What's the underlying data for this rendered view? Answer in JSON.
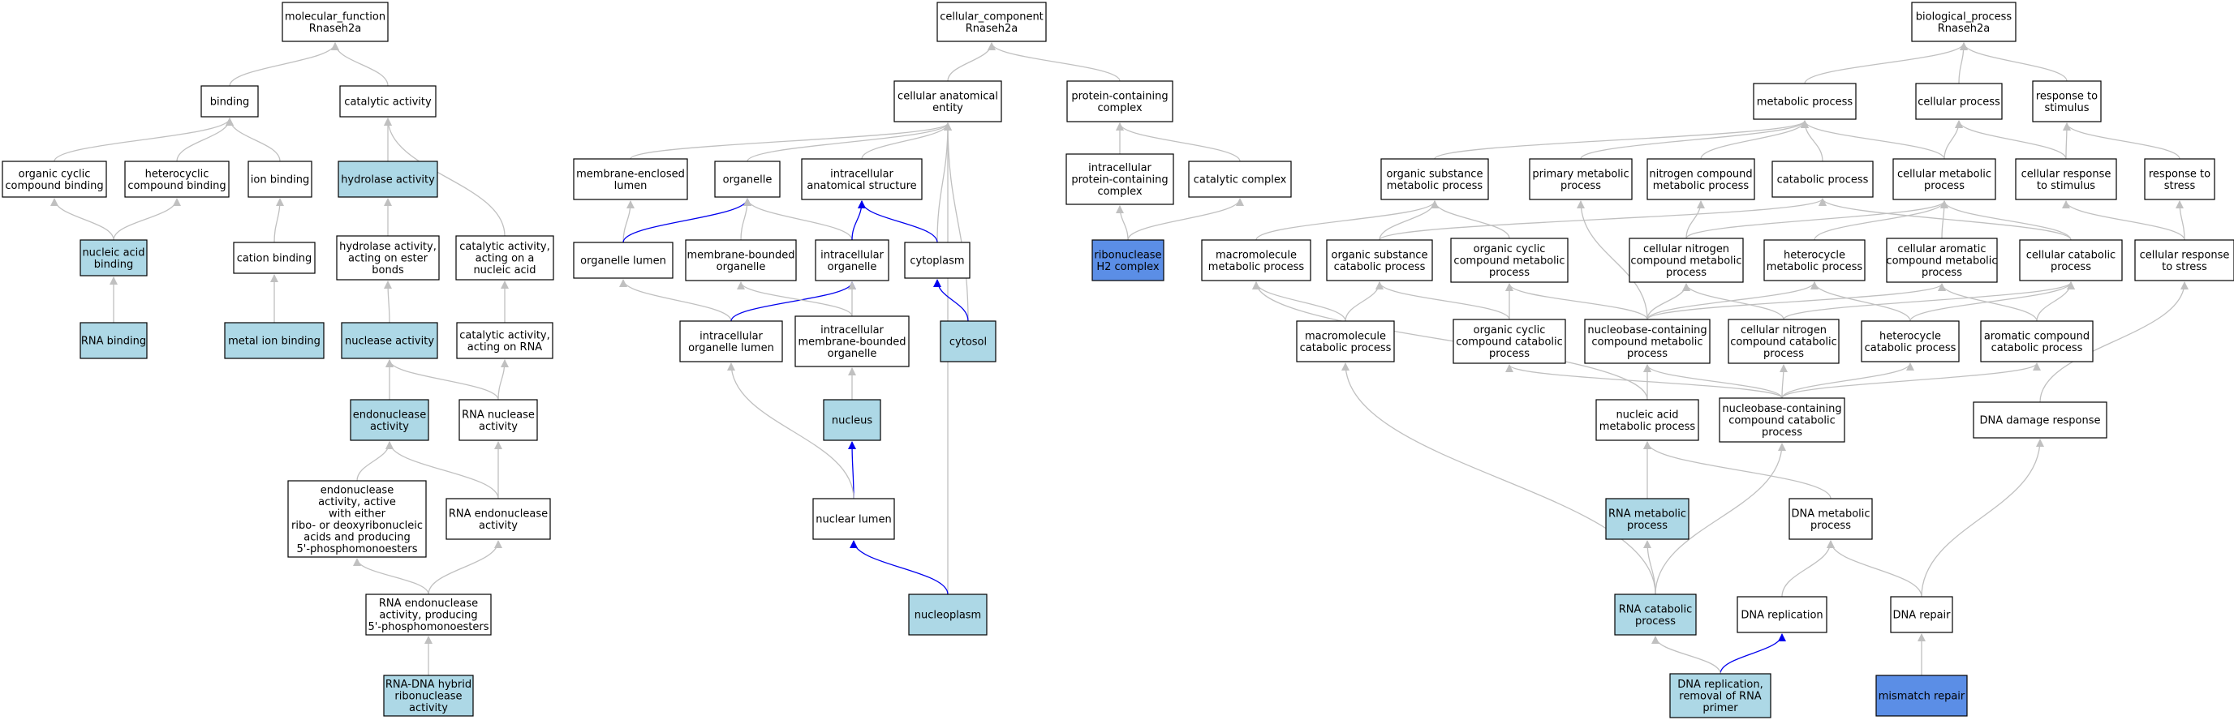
{
  "colors": {
    "plain": "#ffffff",
    "light": "#add8e6",
    "strong": "#5b8ee6",
    "edge_grey": "#c0c0c0",
    "edge_blue": "#0000ee"
  },
  "nodes": [
    {
      "id": "mf_root",
      "lines": [
        "molecular_function",
        "Rnaseh2a"
      ],
      "fill": "plain"
    },
    {
      "id": "binding",
      "lines": [
        "binding"
      ],
      "fill": "plain"
    },
    {
      "id": "catalytic",
      "lines": [
        "catalytic activity"
      ],
      "fill": "plain"
    },
    {
      "id": "org_cyc_bind",
      "lines": [
        "organic cyclic",
        "compound binding"
      ],
      "fill": "plain"
    },
    {
      "id": "het_bind",
      "lines": [
        "heterocyclic",
        "compound binding"
      ],
      "fill": "plain"
    },
    {
      "id": "ion_bind",
      "lines": [
        "ion binding"
      ],
      "fill": "plain"
    },
    {
      "id": "hydrolase",
      "lines": [
        "hydrolase activity"
      ],
      "fill": "light"
    },
    {
      "id": "nuc_acid_bind",
      "lines": [
        "nucleic acid",
        "binding"
      ],
      "fill": "light"
    },
    {
      "id": "cation_bind",
      "lines": [
        "cation binding"
      ],
      "fill": "plain"
    },
    {
      "id": "hydro_ester",
      "lines": [
        "hydrolase activity,",
        "acting on ester",
        "bonds"
      ],
      "fill": "plain"
    },
    {
      "id": "cat_nuc_acid",
      "lines": [
        "catalytic activity,",
        "acting on a",
        "nucleic acid"
      ],
      "fill": "plain"
    },
    {
      "id": "rna_bind",
      "lines": [
        "RNA binding"
      ],
      "fill": "light"
    },
    {
      "id": "metal_bind",
      "lines": [
        "metal ion binding"
      ],
      "fill": "light"
    },
    {
      "id": "nuclease",
      "lines": [
        "nuclease activity"
      ],
      "fill": "light"
    },
    {
      "id": "cat_rna",
      "lines": [
        "catalytic activity,",
        "acting on RNA"
      ],
      "fill": "plain"
    },
    {
      "id": "endonuclease",
      "lines": [
        "endonuclease",
        "activity"
      ],
      "fill": "light"
    },
    {
      "id": "rna_nuclease",
      "lines": [
        "RNA nuclease",
        "activity"
      ],
      "fill": "plain"
    },
    {
      "id": "endo_either",
      "lines": [
        "endonuclease",
        "activity, active",
        "with either",
        "ribo- or deoxyribonucleic",
        "acids and producing",
        "5'-phosphomonoesters"
      ],
      "fill": "plain"
    },
    {
      "id": "rna_endo",
      "lines": [
        "RNA endonuclease",
        "activity"
      ],
      "fill": "plain"
    },
    {
      "id": "rna_endo_prod",
      "lines": [
        "RNA endonuclease",
        "activity, producing",
        "5'-phosphomonoesters"
      ],
      "fill": "plain"
    },
    {
      "id": "rna_dna_hybrid",
      "lines": [
        "RNA-DNA hybrid",
        "ribonuclease",
        "activity"
      ],
      "fill": "light"
    },
    {
      "id": "cc_root",
      "lines": [
        "cellular_component",
        "Rnaseh2a"
      ],
      "fill": "plain"
    },
    {
      "id": "cell_anat",
      "lines": [
        "cellular anatomical",
        "entity"
      ],
      "fill": "plain"
    },
    {
      "id": "prot_complex",
      "lines": [
        "protein-containing",
        "complex"
      ],
      "fill": "plain"
    },
    {
      "id": "mem_lumen",
      "lines": [
        "membrane-enclosed",
        "lumen"
      ],
      "fill": "plain"
    },
    {
      "id": "organelle",
      "lines": [
        "organelle"
      ],
      "fill": "plain"
    },
    {
      "id": "intra_anat",
      "lines": [
        "intracellular",
        "anatomical structure"
      ],
      "fill": "plain"
    },
    {
      "id": "intra_prot_complex",
      "lines": [
        "intracellular",
        "protein-containing",
        "complex"
      ],
      "fill": "plain"
    },
    {
      "id": "cat_complex",
      "lines": [
        "catalytic complex"
      ],
      "fill": "plain"
    },
    {
      "id": "org_lumen",
      "lines": [
        "organelle lumen"
      ],
      "fill": "plain"
    },
    {
      "id": "mem_bound_org",
      "lines": [
        "membrane-bounded",
        "organelle"
      ],
      "fill": "plain"
    },
    {
      "id": "intra_org",
      "lines": [
        "intracellular",
        "organelle"
      ],
      "fill": "plain"
    },
    {
      "id": "cytoplasm",
      "lines": [
        "cytoplasm"
      ],
      "fill": "plain"
    },
    {
      "id": "rnase_h2",
      "lines": [
        "ribonuclease",
        "H2 complex"
      ],
      "fill": "strong"
    },
    {
      "id": "intra_org_lumen",
      "lines": [
        "intracellular",
        "organelle lumen"
      ],
      "fill": "plain"
    },
    {
      "id": "intra_mem_org",
      "lines": [
        "intracellular",
        "membrane-bounded",
        "organelle"
      ],
      "fill": "plain"
    },
    {
      "id": "cytosol",
      "lines": [
        "cytosol"
      ],
      "fill": "light"
    },
    {
      "id": "nucleus",
      "lines": [
        "nucleus"
      ],
      "fill": "light"
    },
    {
      "id": "nuc_lumen",
      "lines": [
        "nuclear lumen"
      ],
      "fill": "plain"
    },
    {
      "id": "nucleoplasm",
      "lines": [
        "nucleoplasm"
      ],
      "fill": "light"
    },
    {
      "id": "bp_root",
      "lines": [
        "biological_process",
        "Rnaseh2a"
      ],
      "fill": "plain"
    },
    {
      "id": "metabolic",
      "lines": [
        "metabolic process"
      ],
      "fill": "plain"
    },
    {
      "id": "cellular_proc",
      "lines": [
        "cellular process"
      ],
      "fill": "plain"
    },
    {
      "id": "resp_stim",
      "lines": [
        "response to",
        "stimulus"
      ],
      "fill": "plain"
    },
    {
      "id": "org_sub_met",
      "lines": [
        "organic substance",
        "metabolic process"
      ],
      "fill": "plain"
    },
    {
      "id": "prim_met",
      "lines": [
        "primary metabolic",
        "process"
      ],
      "fill": "plain"
    },
    {
      "id": "nitro_met",
      "lines": [
        "nitrogen compound",
        "metabolic process"
      ],
      "fill": "plain"
    },
    {
      "id": "catabolic",
      "lines": [
        "catabolic process"
      ],
      "fill": "plain"
    },
    {
      "id": "cell_met",
      "lines": [
        "cellular metabolic",
        "process"
      ],
      "fill": "plain"
    },
    {
      "id": "cell_resp_stim",
      "lines": [
        "cellular response",
        "to stimulus"
      ],
      "fill": "plain"
    },
    {
      "id": "resp_stress",
      "lines": [
        "response to",
        "stress"
      ],
      "fill": "plain"
    },
    {
      "id": "macro_met",
      "lines": [
        "macromolecule",
        "metabolic process"
      ],
      "fill": "plain"
    },
    {
      "id": "org_sub_cat",
      "lines": [
        "organic substance",
        "catabolic process"
      ],
      "fill": "plain"
    },
    {
      "id": "org_cyc_met",
      "lines": [
        "organic cyclic",
        "compound metabolic",
        "process"
      ],
      "fill": "plain"
    },
    {
      "id": "cell_nitro_met",
      "lines": [
        "cellular nitrogen",
        "compound metabolic",
        "process"
      ],
      "fill": "plain"
    },
    {
      "id": "het_met",
      "lines": [
        "heterocycle",
        "metabolic process"
      ],
      "fill": "plain"
    },
    {
      "id": "cell_arom_met",
      "lines": [
        "cellular aromatic",
        "compound metabolic",
        "process"
      ],
      "fill": "plain"
    },
    {
      "id": "cell_cat",
      "lines": [
        "cellular catabolic",
        "process"
      ],
      "fill": "plain"
    },
    {
      "id": "cell_resp_stress",
      "lines": [
        "cellular response",
        "to stress"
      ],
      "fill": "plain"
    },
    {
      "id": "macro_cat",
      "lines": [
        "macromolecule",
        "catabolic process"
      ],
      "fill": "plain"
    },
    {
      "id": "org_cyc_cat",
      "lines": [
        "organic cyclic",
        "compound catabolic",
        "process"
      ],
      "fill": "plain"
    },
    {
      "id": "nb_met",
      "lines": [
        "nucleobase-containing",
        "compound metabolic",
        "process"
      ],
      "fill": "plain"
    },
    {
      "id": "cell_nitro_cat",
      "lines": [
        "cellular nitrogen",
        "compound catabolic",
        "process"
      ],
      "fill": "plain"
    },
    {
      "id": "het_cat",
      "lines": [
        "heterocycle",
        "catabolic process"
      ],
      "fill": "plain"
    },
    {
      "id": "arom_cat",
      "lines": [
        "aromatic compound",
        "catabolic process"
      ],
      "fill": "plain"
    },
    {
      "id": "nuc_acid_met",
      "lines": [
        "nucleic acid",
        "metabolic process"
      ],
      "fill": "plain"
    },
    {
      "id": "nb_cat",
      "lines": [
        "nucleobase-containing",
        "compound catabolic",
        "process"
      ],
      "fill": "plain"
    },
    {
      "id": "dna_damage",
      "lines": [
        "DNA damage response"
      ],
      "fill": "plain"
    },
    {
      "id": "rna_met",
      "lines": [
        "RNA metabolic",
        "process"
      ],
      "fill": "light"
    },
    {
      "id": "dna_met",
      "lines": [
        "DNA metabolic",
        "process"
      ],
      "fill": "plain"
    },
    {
      "id": "rna_cat",
      "lines": [
        "RNA catabolic",
        "process"
      ],
      "fill": "light"
    },
    {
      "id": "dna_rep",
      "lines": [
        "DNA replication"
      ],
      "fill": "plain"
    },
    {
      "id": "dna_repair",
      "lines": [
        "DNA repair"
      ],
      "fill": "plain"
    },
    {
      "id": "dna_rep_rna_primer",
      "lines": [
        "DNA replication,",
        "removal of RNA",
        "primer"
      ],
      "fill": "light"
    },
    {
      "id": "mismatch",
      "lines": [
        "mismatch repair"
      ],
      "fill": "strong"
    }
  ],
  "edges": [
    [
      "binding",
      "mf_root",
      "g"
    ],
    [
      "catalytic",
      "mf_root",
      "g"
    ],
    [
      "org_cyc_bind",
      "binding",
      "g"
    ],
    [
      "het_bind",
      "binding",
      "g"
    ],
    [
      "ion_bind",
      "binding",
      "g"
    ],
    [
      "hydrolase",
      "catalytic",
      "g"
    ],
    [
      "cat_nuc_acid",
      "catalytic",
      "g"
    ],
    [
      "nuc_acid_bind",
      "org_cyc_bind",
      "g"
    ],
    [
      "nuc_acid_bind",
      "het_bind",
      "g"
    ],
    [
      "cation_bind",
      "ion_bind",
      "g"
    ],
    [
      "hydro_ester",
      "hydrolase",
      "g"
    ],
    [
      "rna_bind",
      "nuc_acid_bind",
      "g"
    ],
    [
      "metal_bind",
      "cation_bind",
      "g"
    ],
    [
      "nuclease",
      "hydro_ester",
      "g"
    ],
    [
      "cat_rna",
      "cat_nuc_acid",
      "g"
    ],
    [
      "endonuclease",
      "nuclease",
      "g"
    ],
    [
      "rna_nuclease",
      "nuclease",
      "g"
    ],
    [
      "rna_nuclease",
      "cat_rna",
      "g"
    ],
    [
      "endo_either",
      "endonuclease",
      "g"
    ],
    [
      "rna_endo",
      "endonuclease",
      "g"
    ],
    [
      "rna_endo",
      "rna_nuclease",
      "g"
    ],
    [
      "rna_endo_prod",
      "endo_either",
      "g"
    ],
    [
      "rna_endo_prod",
      "rna_endo",
      "g"
    ],
    [
      "rna_dna_hybrid",
      "rna_endo_prod",
      "g"
    ],
    [
      "cell_anat",
      "cc_root",
      "g"
    ],
    [
      "prot_complex",
      "cc_root",
      "g"
    ],
    [
      "mem_lumen",
      "cell_anat",
      "g"
    ],
    [
      "organelle",
      "cell_anat",
      "g"
    ],
    [
      "intra_anat",
      "cell_anat",
      "g"
    ],
    [
      "cytoplasm",
      "cell_anat",
      "g"
    ],
    [
      "cytosol",
      "cell_anat",
      "g"
    ],
    [
      "nucleoplasm",
      "cell_anat",
      "g"
    ],
    [
      "intra_prot_complex",
      "prot_complex",
      "g"
    ],
    [
      "cat_complex",
      "prot_complex",
      "g"
    ],
    [
      "org_lumen",
      "mem_lumen",
      "g"
    ],
    [
      "org_lumen",
      "organelle",
      "b"
    ],
    [
      "mem_bound_org",
      "organelle",
      "g"
    ],
    [
      "intra_org",
      "organelle",
      "g"
    ],
    [
      "intra_org",
      "intra_anat",
      "b"
    ],
    [
      "cytoplasm",
      "intra_anat",
      "b"
    ],
    [
      "rnase_h2",
      "intra_prot_complex",
      "g"
    ],
    [
      "rnase_h2",
      "cat_complex",
      "g"
    ],
    [
      "intra_org_lumen",
      "org_lumen",
      "g"
    ],
    [
      "intra_org_lumen",
      "intra_org",
      "b"
    ],
    [
      "intra_mem_org",
      "mem_bound_org",
      "g"
    ],
    [
      "intra_mem_org",
      "intra_org",
      "g"
    ],
    [
      "cytosol",
      "cytoplasm",
      "b"
    ],
    [
      "nucleus",
      "intra_mem_org",
      "g"
    ],
    [
      "nuc_lumen",
      "nucleus",
      "b"
    ],
    [
      "nuc_lumen",
      "intra_org_lumen",
      "g"
    ],
    [
      "nucleoplasm",
      "nuc_lumen",
      "b"
    ],
    [
      "metabolic",
      "bp_root",
      "g"
    ],
    [
      "cellular_proc",
      "bp_root",
      "g"
    ],
    [
      "resp_stim",
      "bp_root",
      "g"
    ],
    [
      "org_sub_met",
      "metabolic",
      "g"
    ],
    [
      "prim_met",
      "metabolic",
      "g"
    ],
    [
      "nitro_met",
      "metabolic",
      "g"
    ],
    [
      "catabolic",
      "metabolic",
      "g"
    ],
    [
      "cell_met",
      "metabolic",
      "g"
    ],
    [
      "cell_met",
      "cellular_proc",
      "g"
    ],
    [
      "cell_resp_stim",
      "cellular_proc",
      "g"
    ],
    [
      "cell_resp_stim",
      "resp_stim",
      "g"
    ],
    [
      "resp_stress",
      "resp_stim",
      "g"
    ],
    [
      "macro_met",
      "org_sub_met",
      "g"
    ],
    [
      "org_sub_cat",
      "org_sub_met",
      "g"
    ],
    [
      "org_sub_cat",
      "catabolic",
      "g"
    ],
    [
      "org_cyc_met",
      "org_sub_met",
      "g"
    ],
    [
      "cell_nitro_met",
      "nitro_met",
      "g"
    ],
    [
      "cell_nitro_met",
      "cell_met",
      "g"
    ],
    [
      "het_met",
      "cell_met",
      "g"
    ],
    [
      "cell_arom_met",
      "cell_met",
      "g"
    ],
    [
      "cell_cat",
      "cell_met",
      "g"
    ],
    [
      "cell_cat",
      "catabolic",
      "g"
    ],
    [
      "cell_resp_stress",
      "resp_stress",
      "g"
    ],
    [
      "cell_resp_stress",
      "cell_resp_stim",
      "g"
    ],
    [
      "macro_cat",
      "macro_met",
      "g"
    ],
    [
      "macro_cat",
      "org_sub_cat",
      "g"
    ],
    [
      "org_cyc_cat",
      "org_cyc_met",
      "g"
    ],
    [
      "org_cyc_cat",
      "org_sub_cat",
      "g"
    ],
    [
      "nb_met",
      "prim_met",
      "g"
    ],
    [
      "nb_met",
      "cell_nitro_met",
      "g"
    ],
    [
      "nb_met",
      "het_met",
      "g"
    ],
    [
      "nb_met",
      "cell_arom_met",
      "g"
    ],
    [
      "nb_met",
      "org_cyc_met",
      "g"
    ],
    [
      "cell_nitro_cat",
      "cell_nitro_met",
      "g"
    ],
    [
      "cell_nitro_cat",
      "cell_cat",
      "g"
    ],
    [
      "het_cat",
      "het_met",
      "g"
    ],
    [
      "het_cat",
      "cell_cat",
      "g"
    ],
    [
      "arom_cat",
      "cell_arom_met",
      "g"
    ],
    [
      "arom_cat",
      "cell_cat",
      "g"
    ],
    [
      "nuc_acid_met",
      "nb_met",
      "g"
    ],
    [
      "nuc_acid_met",
      "macro_met",
      "g"
    ],
    [
      "nb_cat",
      "nb_met",
      "g"
    ],
    [
      "nb_cat",
      "cell_nitro_cat",
      "g"
    ],
    [
      "nb_cat",
      "het_cat",
      "g"
    ],
    [
      "nb_cat",
      "arom_cat",
      "g"
    ],
    [
      "nb_cat",
      "org_cyc_cat",
      "g"
    ],
    [
      "dna_damage",
      "cell_resp_stress",
      "g"
    ],
    [
      "rna_met",
      "nuc_acid_met",
      "g"
    ],
    [
      "dna_met",
      "nuc_acid_met",
      "g"
    ],
    [
      "rna_cat",
      "rna_met",
      "g"
    ],
    [
      "rna_cat",
      "nb_cat",
      "g"
    ],
    [
      "rna_cat",
      "macro_cat",
      "g"
    ],
    [
      "dna_rep",
      "dna_met",
      "g"
    ],
    [
      "dna_repair",
      "dna_met",
      "g"
    ],
    [
      "dna_repair",
      "dna_damage",
      "g"
    ],
    [
      "dna_rep_rna_primer",
      "dna_rep",
      "b"
    ],
    [
      "dna_rep_rna_primer",
      "rna_cat",
      "g"
    ],
    [
      "mismatch",
      "dna_repair",
      "g"
    ]
  ]
}
